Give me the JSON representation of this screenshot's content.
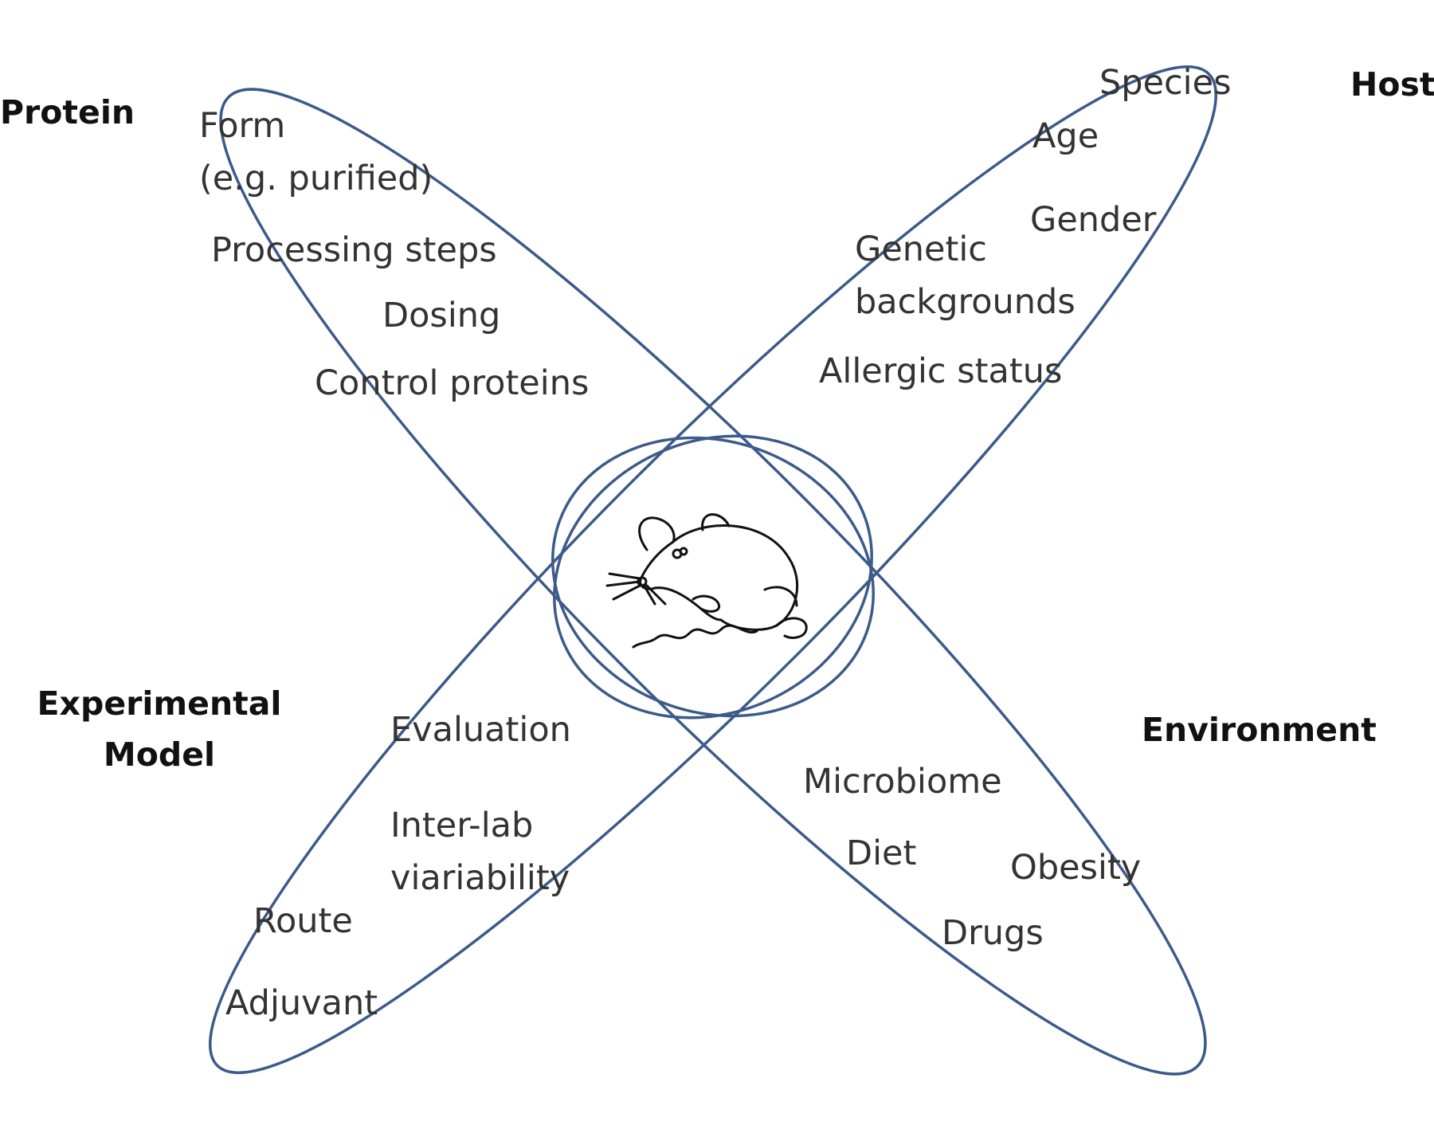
{
  "colors": {
    "ellipse_stroke": "#3c5a8a",
    "category_text": "#111111",
    "item_text": "#333333",
    "mouse_stroke": "#111111"
  },
  "icon": "mouse-icon",
  "categories": {
    "protein": {
      "title": [
        "Protein"
      ],
      "items": [
        [
          "Form",
          "(e.g. purified)"
        ],
        [
          "Processing steps"
        ],
        [
          "Dosing"
        ],
        [
          "Control proteins"
        ]
      ]
    },
    "host": {
      "title": [
        "Host"
      ],
      "items": [
        [
          "Species"
        ],
        [
          "Age"
        ],
        [
          "Gender"
        ],
        [
          "Genetic",
          "backgrounds"
        ],
        [
          "Allergic status"
        ]
      ]
    },
    "experimental_model": {
      "title": [
        "Experimental",
        "Model"
      ],
      "items": [
        [
          "Evaluation"
        ],
        [
          "Inter-lab",
          "viariability"
        ],
        [
          "Route"
        ],
        [
          "Adjuvant"
        ]
      ]
    },
    "environment": {
      "title": [
        "Environment"
      ],
      "items": [
        [
          "Microbiome"
        ],
        [
          "Diet"
        ],
        [
          "Obesity"
        ],
        [
          "Drugs"
        ]
      ]
    }
  }
}
